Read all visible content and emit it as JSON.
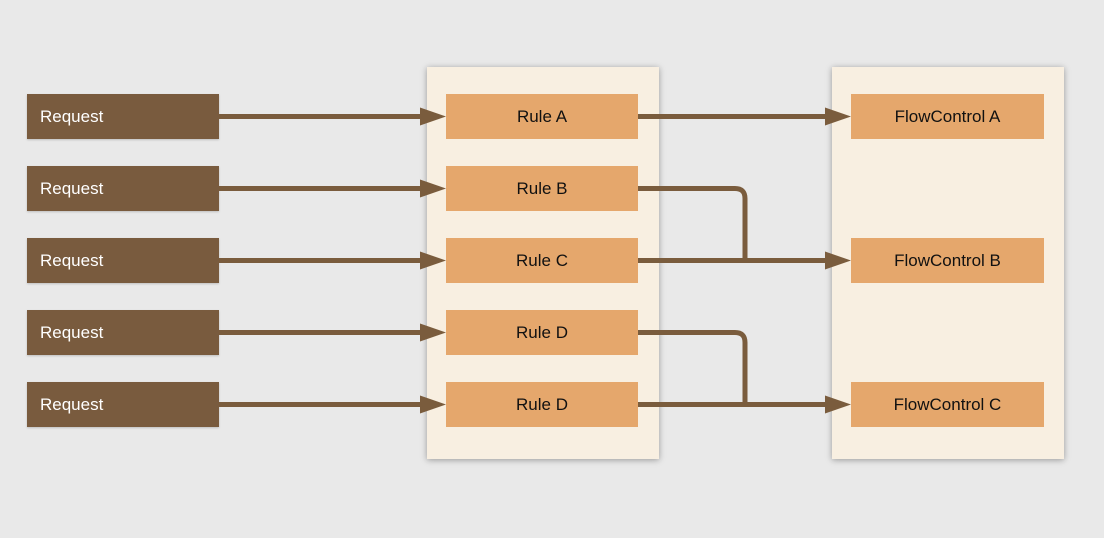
{
  "diagram": {
    "background": "#e9e9e9",
    "colors": {
      "request_fill": "#795b3e",
      "request_text": "#ffffff",
      "node_fill": "#e5a76c",
      "node_text": "#111111",
      "panel_fill": "#f8efe1",
      "connector": "#7a5c3d"
    },
    "requests": [
      {
        "label": "Request"
      },
      {
        "label": "Request"
      },
      {
        "label": "Request"
      },
      {
        "label": "Request"
      },
      {
        "label": "Request"
      }
    ],
    "rules": [
      {
        "label": "Rule A"
      },
      {
        "label": "Rule B"
      },
      {
        "label": "Rule C"
      },
      {
        "label": "Rule D"
      },
      {
        "label": "Rule D"
      }
    ],
    "flowcontrols": [
      {
        "label": "FlowControl A"
      },
      {
        "label": "FlowControl B"
      },
      {
        "label": "FlowControl C"
      }
    ],
    "edges": [
      {
        "from": "request-0",
        "to": "rule-0",
        "style": "arrow"
      },
      {
        "from": "request-1",
        "to": "rule-1",
        "style": "arrow"
      },
      {
        "from": "request-2",
        "to": "rule-2",
        "style": "arrow"
      },
      {
        "from": "request-3",
        "to": "rule-3",
        "style": "arrow"
      },
      {
        "from": "request-4",
        "to": "rule-4",
        "style": "arrow"
      },
      {
        "from": "rule-0",
        "to": "flow-0",
        "style": "arrow"
      },
      {
        "from": "rule-1",
        "to": "flow-1",
        "style": "merge"
      },
      {
        "from": "rule-2",
        "to": "flow-1",
        "style": "arrow"
      },
      {
        "from": "rule-3",
        "to": "flow-2",
        "style": "merge"
      },
      {
        "from": "rule-4",
        "to": "flow-2",
        "style": "arrow"
      }
    ]
  }
}
